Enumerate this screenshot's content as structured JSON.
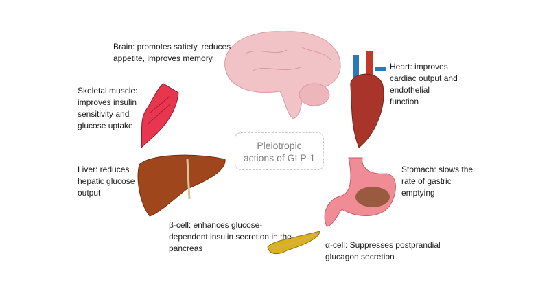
{
  "center": {
    "title": "Pleiotropic\nactions of GLP-1"
  },
  "labels": {
    "brain": "Brain: promotes satiety, reduces\nappetite, improves memory",
    "heart": "Heart: improves\ncardiac output and\nendothelial\nfunction",
    "muscle": "Skeletal muscle:\nimproves insulin\nsensitivity and\nglucose uptake",
    "liver": "Liver: reduces\nhepatic glucose\noutput",
    "stomach": "Stomach: slows the\nrate of gastric\nemptying",
    "beta_cell": "β-cell: enhances glucose-\ndependent insulin secretion in the\npancreas",
    "alpha_cell": "α-cell: Suppresses postprandial\nglucagon secretion"
  },
  "colors": {
    "brain": "#f1c3c6",
    "heart": "#a8342a",
    "muscle": "#e8364f",
    "liver": "#a0461c",
    "stomach": "#ef8c96",
    "pancreas": "#d8b41c",
    "center_text": "#7f7f7f"
  }
}
